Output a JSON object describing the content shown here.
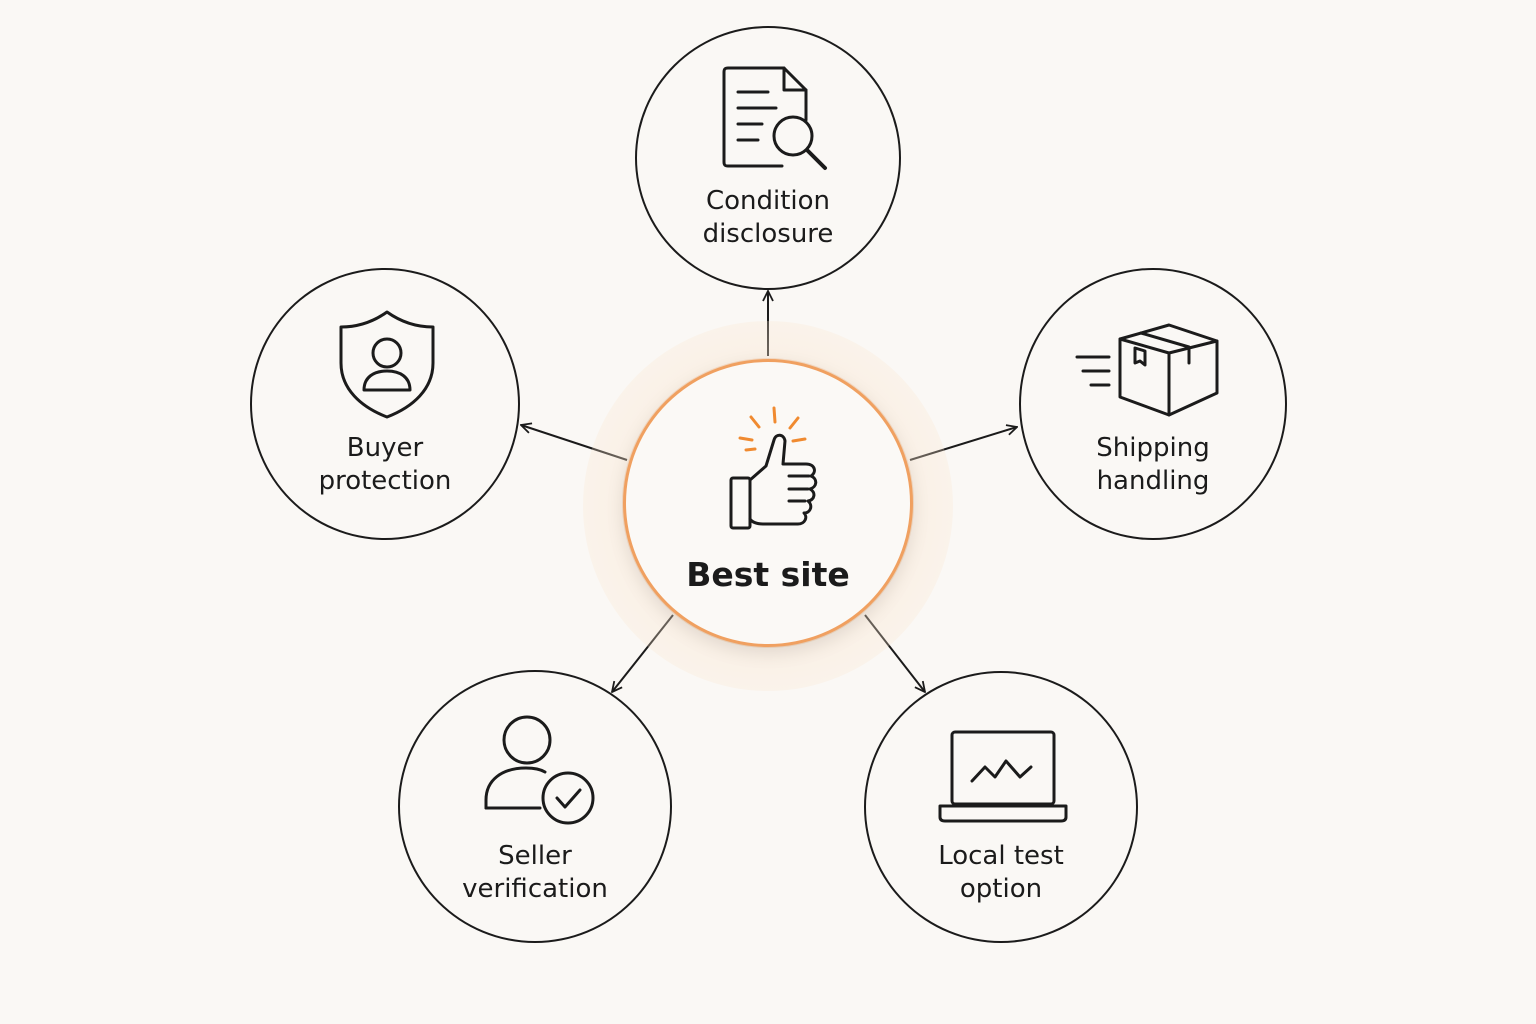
{
  "hub": {
    "label": "Best site",
    "icon": "thumbs-up-icon",
    "accent_color": "#f08a30"
  },
  "nodes": [
    {
      "id": "condition-disclosure",
      "label": "Condition\ndisclosure",
      "icon": "document-search-icon"
    },
    {
      "id": "shipping-handling",
      "label": "Shipping\nhandling",
      "icon": "package-delivery-icon"
    },
    {
      "id": "local-test-option",
      "label": "Local test\noption",
      "icon": "laptop-chart-icon"
    },
    {
      "id": "seller-verification",
      "label": "Seller\nverification",
      "icon": "user-check-icon"
    },
    {
      "id": "buyer-protection",
      "label": "Buyer\nprotection",
      "icon": "shield-user-icon"
    }
  ],
  "colors": {
    "background": "#faf8f5",
    "outline": "#1b1b1b",
    "hub_border": "#f0a060"
  }
}
